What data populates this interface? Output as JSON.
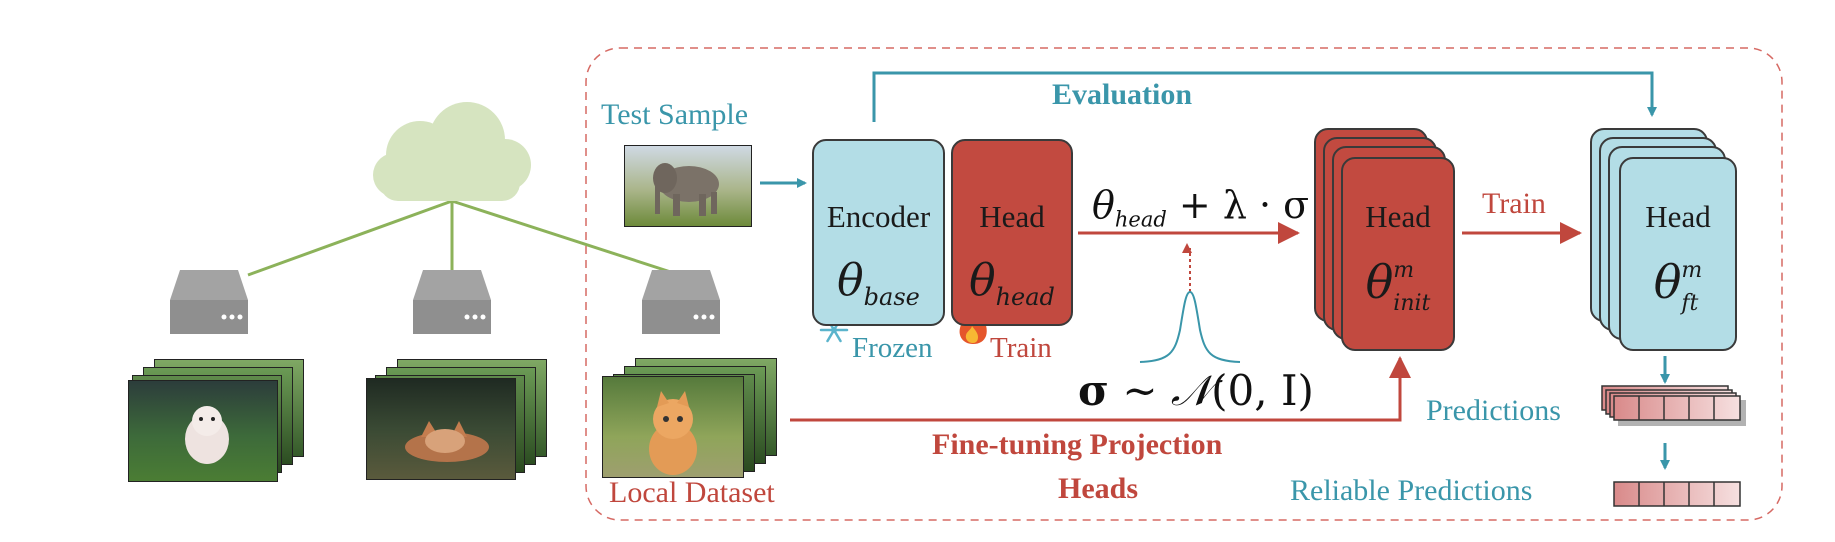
{
  "labels": {
    "evaluation": "Evaluation",
    "test_sample": "Test Sample",
    "local_dataset": "Local Dataset",
    "frozen": "Frozen",
    "train_small": "Train",
    "train_arrow": "Train",
    "predictions": "Predictions",
    "reliable_predictions": "Reliable Predictions",
    "fine_tuning_line1": "Fine-tuning Projection",
    "fine_tuning_line2": "Heads"
  },
  "boxes": {
    "encoder": {
      "title": "Encoder",
      "symbol": "θ",
      "subscript": "base"
    },
    "head": {
      "title": "Head",
      "symbol": "θ",
      "subscript": "head"
    },
    "head_init": {
      "title": "Head",
      "symbol": "θ",
      "subscript": "init",
      "superscript": "m"
    },
    "head_ft": {
      "title": "Head",
      "symbol": "θ",
      "subscript": "ft",
      "superscript": "m"
    }
  },
  "formulas": {
    "perturb": {
      "theta": "θ",
      "sub": "head",
      "rest": "+ λ · σ"
    },
    "noise": {
      "sigma": "σ",
      "tilde": "~",
      "N": "𝒩",
      "args": "(0, I)"
    }
  },
  "icons": {
    "cloud": "cloud-icon",
    "server": "server-icon",
    "snowflake": "snowflake-icon",
    "flame": "flame-icon",
    "gaussian": "gaussian-curve-icon"
  },
  "colors": {
    "teal": "#3a96aa",
    "red": "#c0473d",
    "light_blue": "#b3dde6",
    "dark_red": "#c24a40",
    "green": "#8cb25a",
    "cloud": "#d6e4c0",
    "server": "#9b9b9b"
  }
}
